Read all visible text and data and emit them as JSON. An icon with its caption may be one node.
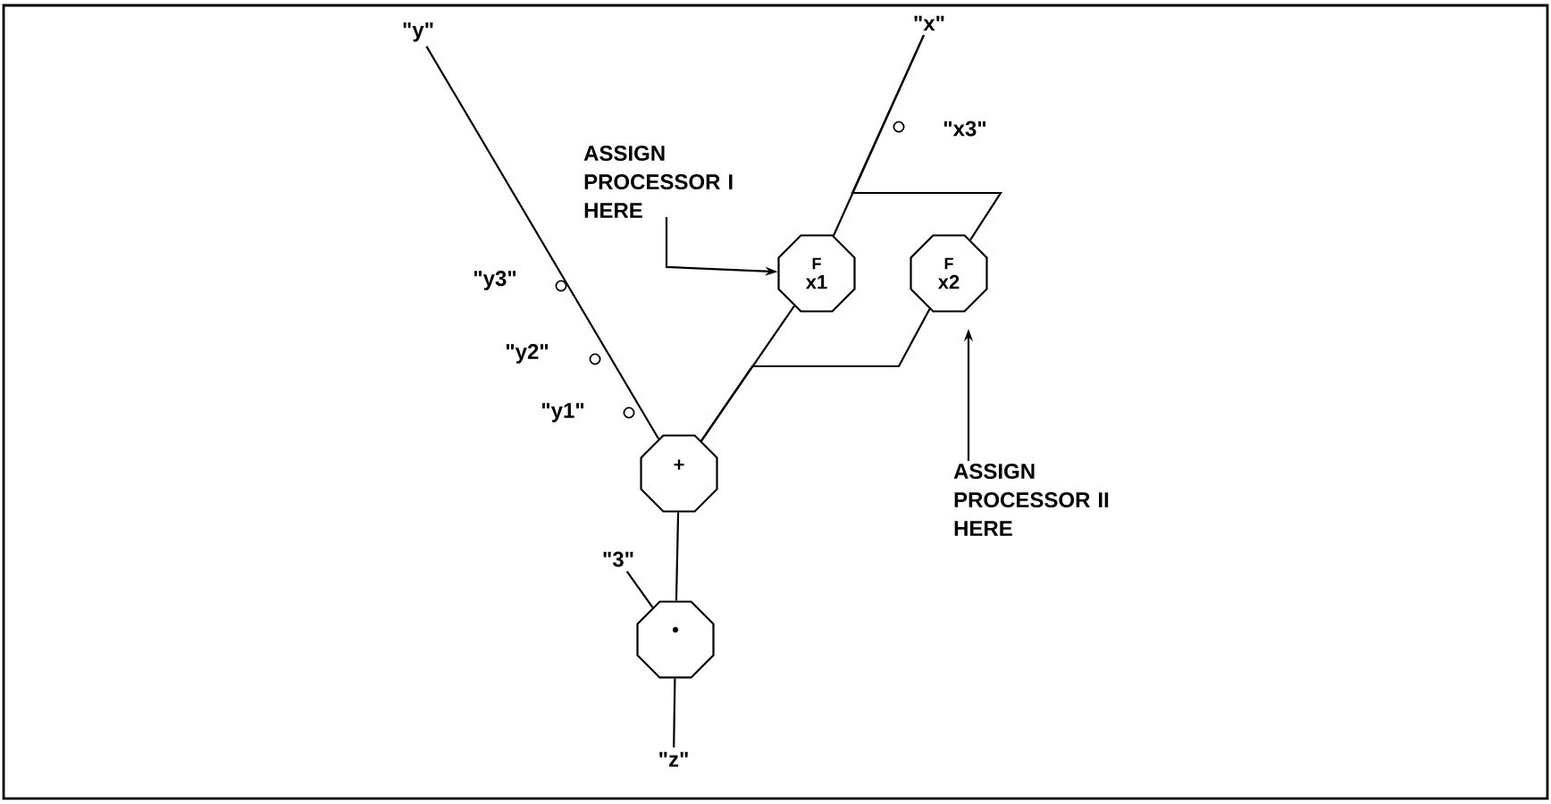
{
  "diagram": {
    "nodes": [
      {
        "text": [
          "\"y\""
        ]
      },
      {
        "text": [
          "\"x\""
        ]
      },
      {
        "text": [
          "ASSIGN PROCESSOR I HERE"
        ]
      },
      {
        "text": [
          "F",
          "x1"
        ]
      },
      {
        "text": [
          "F",
          "x2"
        ]
      },
      {
        "text": [
          "+"
        ]
      },
      {
        "text": [
          "\"3\""
        ]
      },
      {
        "text": [
          "•"
        ]
      },
      {
        "text": [
          "\"z\""
        ]
      },
      {
        "text": [
          "ASSIGN PROCESSOR II HERE"
        ]
      }
    ],
    "edges": [
      {
        "from": 0,
        "to": 5,
        "arrow": "none"
      },
      {
        "from": 1,
        "to": 3,
        "arrow": "none"
      },
      {
        "from": 1,
        "to": 4,
        "arrow": "none"
      },
      {
        "from": 3,
        "to": 5,
        "arrow": "none"
      },
      {
        "from": 4,
        "to": 5,
        "arrow": "none"
      },
      {
        "from": 5,
        "to": 7,
        "arrow": "none"
      },
      {
        "from": 6,
        "to": 7,
        "arrow": "none"
      },
      {
        "from": 7,
        "to": 8,
        "arrow": "none"
      },
      {
        "from": 2,
        "to": 3,
        "arrow": "to"
      },
      {
        "from": 9,
        "to": 4,
        "arrow": "to"
      }
    ],
    "labels": [
      "\"x3\"",
      "\"y3\"",
      "\"y2\"",
      "\"y1\""
    ]
  }
}
